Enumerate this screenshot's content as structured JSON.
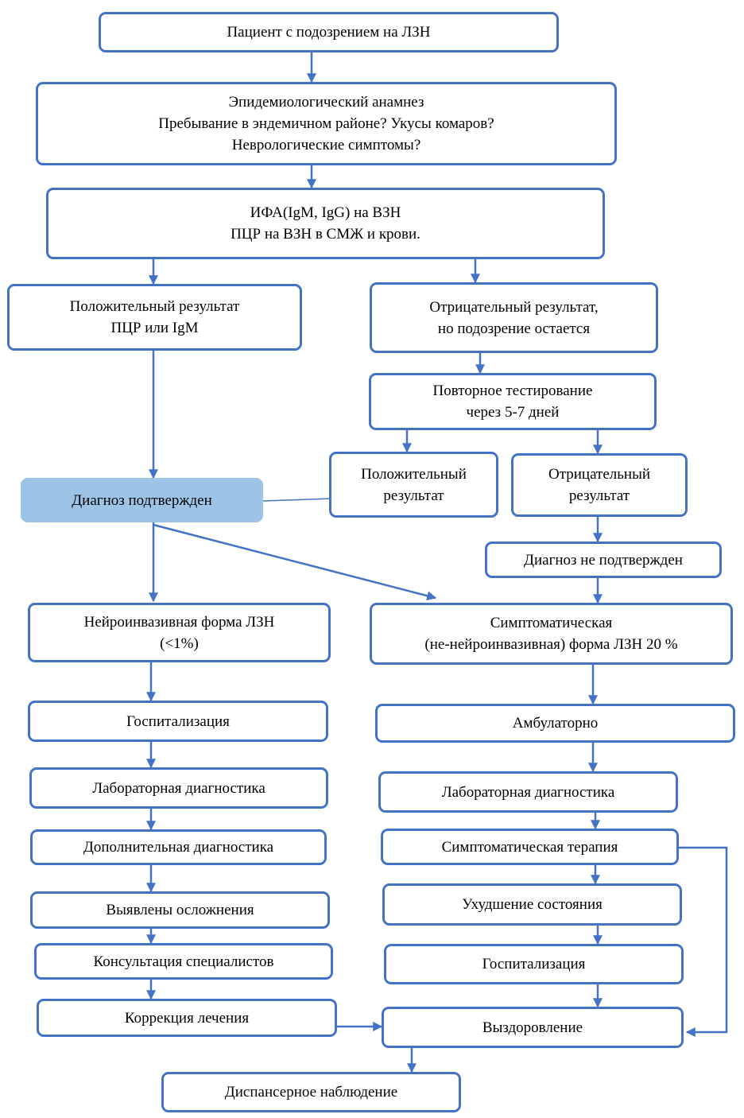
{
  "diagram": {
    "accent_color": "#4472c4",
    "highlight_color": "#9dc3e6",
    "nodes": {
      "patient": {
        "lines": [
          "Пациент с подозрением на ЛЗН"
        ]
      },
      "anamnesis": {
        "lines": [
          "Эпидемиологический анамнез",
          "Пребывание в эндемичном районе? Укусы комаров?",
          "Неврологические симптомы?"
        ]
      },
      "tests": {
        "lines": [
          "ИФА(IgM, IgG) на ВЗН",
          "ПЦР на ВЗН в СМЖ и крови."
        ]
      },
      "positive": {
        "lines": [
          "Положительный результат",
          "ПЦР или IgM"
        ]
      },
      "negative": {
        "lines": [
          "Отрицательный результат,",
          "но подозрение остается"
        ]
      },
      "retest": {
        "lines": [
          "Повторное тестирование",
          "через 5-7 дней"
        ]
      },
      "retest_positive": {
        "lines": [
          "Положительный",
          "результат"
        ]
      },
      "retest_negative": {
        "lines": [
          "Отрицательный",
          "результат"
        ]
      },
      "confirmed": {
        "lines": [
          "Диагноз подтвержден"
        ]
      },
      "not_confirmed": {
        "lines": [
          "Диагноз не подтвержден"
        ]
      },
      "neuroinvasive": {
        "lines": [
          "Нейроинвазивная форма ЛЗН",
          "(<1%)"
        ]
      },
      "symptomatic": {
        "lines": [
          "Симптоматическая",
          "(не-нейроинвазивная) форма ЛЗН 20 %"
        ]
      },
      "hosp_left": {
        "lines": [
          "Госпитализация"
        ]
      },
      "lab_left": {
        "lines": [
          "Лабораторная диагностика"
        ]
      },
      "extra_diag": {
        "lines": [
          "Дополнительная диагностика"
        ]
      },
      "complications": {
        "lines": [
          "Выявлены осложнения"
        ]
      },
      "consult": {
        "lines": [
          "Консультация специалистов"
        ]
      },
      "correction": {
        "lines": [
          "Коррекция лечения"
        ]
      },
      "outpatient": {
        "lines": [
          "Амбулаторно"
        ]
      },
      "lab_right": {
        "lines": [
          "Лабораторная диагностика"
        ]
      },
      "sympt_therapy": {
        "lines": [
          "Симптоматическая терапия"
        ]
      },
      "worsening": {
        "lines": [
          "Ухудшение состояния"
        ]
      },
      "hosp_right": {
        "lines": [
          "Госпитализация"
        ]
      },
      "recovery": {
        "lines": [
          "Выздоровление"
        ]
      },
      "dispensary": {
        "lines": [
          "Диспансерное наблюдение"
        ]
      }
    }
  }
}
